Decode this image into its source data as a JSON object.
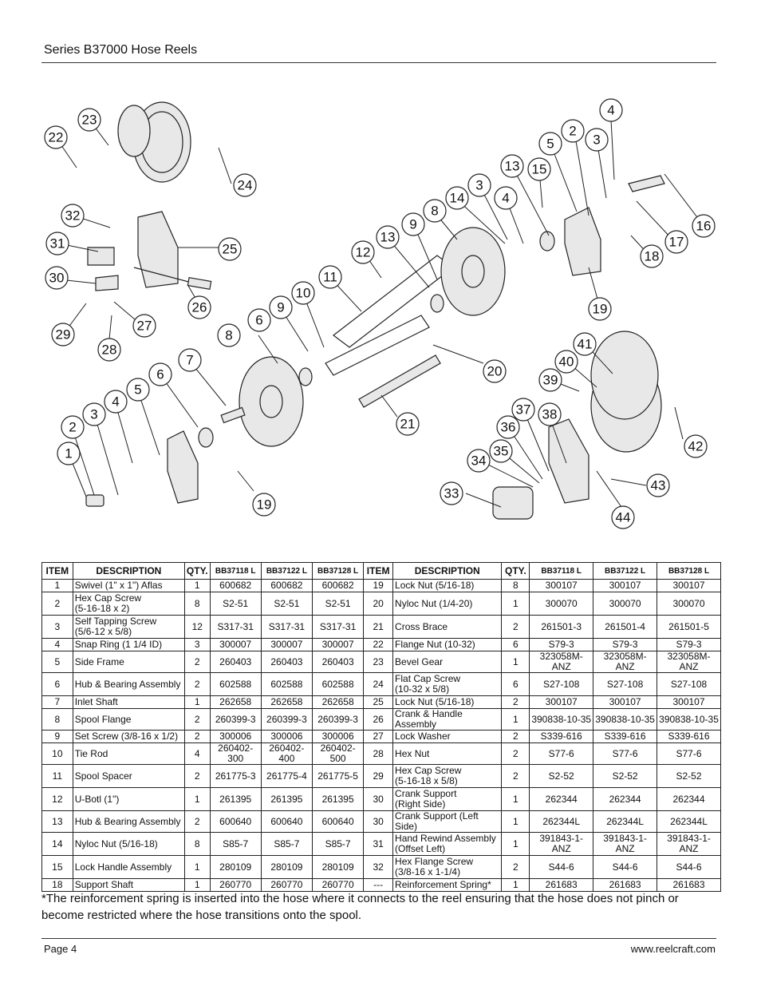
{
  "header": {
    "title": "Series B37000 Hose Reels"
  },
  "diagram": {
    "callouts": [
      "23",
      "22",
      "24",
      "4",
      "2",
      "3",
      "5",
      "13",
      "15",
      "16",
      "17",
      "18",
      "19",
      "32",
      "25",
      "31",
      "30",
      "26",
      "29",
      "27",
      "28",
      "14",
      "3",
      "4",
      "9",
      "8",
      "13",
      "12",
      "11",
      "10",
      "9",
      "6",
      "8",
      "7",
      "6",
      "5",
      "4",
      "3",
      "2",
      "1",
      "19",
      "20",
      "21",
      "41",
      "40",
      "39",
      "42",
      "38",
      "37",
      "36",
      "35",
      "34",
      "33",
      "43",
      "44"
    ]
  },
  "table": {
    "headers": [
      "ITEM",
      "DESCRIPTION",
      "QTY.",
      "BB37118 L",
      "BB37122 L",
      "BB37128 L",
      "ITEM",
      "DESCRIPTION",
      "QTY.",
      "BB37118 L",
      "BB37122 L",
      "BB37128 L"
    ],
    "rows": [
      [
        "1",
        "Swivel (1\" x 1\") Aflas",
        "1",
        "600682",
        "600682",
        "600682",
        "19",
        "Lock Nut (5/16-18)",
        "8",
        "300107",
        "300107",
        "300107"
      ],
      [
        "2",
        "Hex Cap Screw\n(5-16-18 x 2)",
        "8",
        "S2-51",
        "S2-51",
        "S2-51",
        "20",
        "Nyloc Nut (1/4-20)",
        "1",
        "300070",
        "300070",
        "300070"
      ],
      [
        "3",
        "Self Tapping Screw\n(5/6-12 x 5/8)",
        "12",
        "S317-31",
        "S317-31",
        "S317-31",
        "21",
        "Cross Brace",
        "2",
        "261501-3",
        "261501-4",
        "261501-5"
      ],
      [
        "4",
        "Snap Ring (1 1/4 ID)",
        "3",
        "300007",
        "300007",
        "300007",
        "22",
        "Flange Nut (10-32)",
        "6",
        "S79-3",
        "S79-3",
        "S79-3"
      ],
      [
        "5",
        "Side Frame",
        "2",
        "260403",
        "260403",
        "260403",
        "23",
        "Bevel Gear",
        "1",
        "323058M-ANZ",
        "323058M-ANZ",
        "323058M-ANZ"
      ],
      [
        "6",
        "Hub & Bearing Assembly",
        "2",
        "602588",
        "602588",
        "602588",
        "24",
        "Flat Cap Screw\n(10-32 x 5/8)",
        "6",
        "S27-108",
        "S27-108",
        "S27-108"
      ],
      [
        "7",
        "Inlet Shaft",
        "1",
        "262658",
        "262658",
        "262658",
        "25",
        "Lock Nut (5/16-18)",
        "2",
        "300107",
        "300107",
        "300107"
      ],
      [
        "8",
        "Spool Flange",
        "2",
        "260399-3",
        "260399-3",
        "260399-3",
        "26",
        "Crank & Handle Assembly",
        "1",
        "390838-10-35",
        "390838-10-35",
        "390838-10-35"
      ],
      [
        "9",
        "Set Screw (3/8-16 x 1/2)",
        "2",
        "300006",
        "300006",
        "300006",
        "27",
        "Lock Washer",
        "2",
        "S339-616",
        "S339-616",
        "S339-616"
      ],
      [
        "10",
        "Tie Rod",
        "4",
        "260402-300",
        "260402-400",
        "260402-500",
        "28",
        "Hex Nut",
        "2",
        "S77-6",
        "S77-6",
        "S77-6"
      ],
      [
        "11",
        "Spool Spacer",
        "2",
        "261775-3",
        "261775-4",
        "261775-5",
        "29",
        "Hex Cap Screw\n(5-16-18 x 5/8)",
        "2",
        "S2-52",
        "S2-52",
        "S2-52"
      ],
      [
        "12",
        "U-Botl (1\")",
        "1",
        "261395",
        "261395",
        "261395",
        "30",
        "Crank Support\n(Right Side)",
        "1",
        "262344",
        "262344",
        "262344"
      ],
      [
        "13",
        "Hub & Bearing Assembly",
        "2",
        "600640",
        "600640",
        "600640",
        "30",
        "Crank Support (Left Side)",
        "1",
        "262344L",
        "262344L",
        "262344L"
      ],
      [
        "14",
        "Nyloc Nut (5/16-18)",
        "8",
        "S85-7",
        "S85-7",
        "S85-7",
        "31",
        "Hand Rewind Assembly\n(Offset Left)",
        "1",
        "391843-1-ANZ",
        "391843-1-ANZ",
        "391843-1-ANZ"
      ],
      [
        "15",
        "Lock Handle Assembly",
        "1",
        "280109",
        "280109",
        "280109",
        "32",
        "Hex Flange Screw\n(3/8-16 x 1-1/4)",
        "2",
        "S44-6",
        "S44-6",
        "S44-6"
      ],
      [
        "18",
        "Support Shaft",
        "1",
        "260770",
        "260770",
        "260770",
        "---",
        "Reinforcement Spring*",
        "1",
        "261683",
        "261683",
        "261683"
      ]
    ]
  },
  "footnote": "*The reinforcement spring is inserted into the hose where it connects to the reel ensuring that the hose does not pinch or become restricted where the hose transitions onto the spool.",
  "footer": {
    "page": "Page 4",
    "website": "www.reelcraft.com"
  }
}
